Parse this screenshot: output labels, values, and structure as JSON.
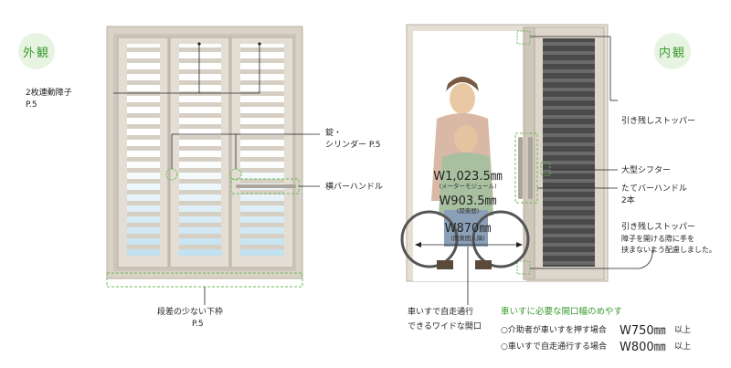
{
  "exterior": {
    "badge": "外観",
    "label_sliding_line1": "2枚連動障子",
    "label_sliding_line2": "P.5",
    "label_lock_line1": "錠・",
    "label_lock_line2": "シリンダー P.5",
    "label_handle": "横バーハンドル",
    "label_frame_line1": "段差の少ない下枠",
    "label_frame_line2": "P.5"
  },
  "interior": {
    "badge": "内観",
    "label_stopper": "引き残しストッパー",
    "label_shifter": "大型シフター",
    "label_bar_line1": "たてバーハンドル",
    "label_bar_line2": "2本",
    "label_stopper2_title": "引き残しストッパー",
    "label_stopper2_note1": "障子を開ける際に手を",
    "label_stopper2_note2": "挟まないよう配慮しました。"
  },
  "measurements": {
    "w1": "W1,023.5㎜",
    "w1_sub": "(メーターモジュール)",
    "w2": "W903.5㎜",
    "w2_sub": "(関東間)",
    "w3": "W870㎜",
    "w3_sub": "(関東間入隅)"
  },
  "wheelchair": {
    "line1": "車いすで自走通行",
    "line2": "できるワイドな開口"
  },
  "guide": {
    "title": "車いすに必要な開口幅のめやす",
    "row1_label": "○介助者が車いすを押す場合",
    "row1_value": "W750㎜",
    "row1_suffix": "以上",
    "row2_label": "○車いすで自走通行する場合",
    "row2_value": "W800㎜",
    "row2_suffix": "以上"
  },
  "colors": {
    "accent": "#3a9a2e",
    "frame": "#d8d1c6",
    "glass": "#cfe6f2"
  }
}
